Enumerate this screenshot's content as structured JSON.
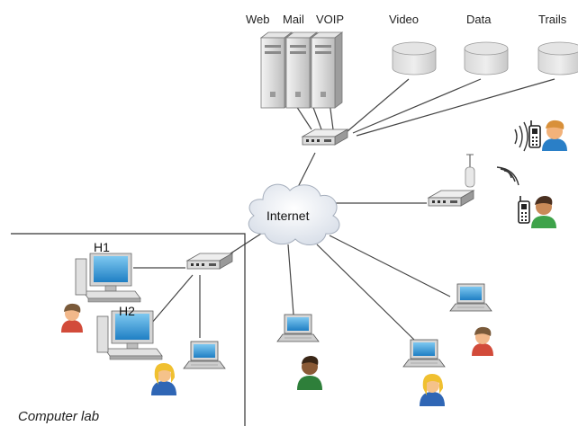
{
  "server_labels": [
    "Web",
    "Mail",
    "VOIP"
  ],
  "storage_labels": [
    "Video",
    "Data",
    "Trails"
  ],
  "cloud_label": "Internet",
  "host_labels": [
    "H1",
    "H2"
  ],
  "lab_label": "Computer lab",
  "icons": [
    "server-icon",
    "database-icon",
    "router-icon",
    "cloud-icon",
    "antenna-icon",
    "mobile-phone-icon",
    "desktop-computer-icon",
    "laptop-icon",
    "person-icon"
  ]
}
